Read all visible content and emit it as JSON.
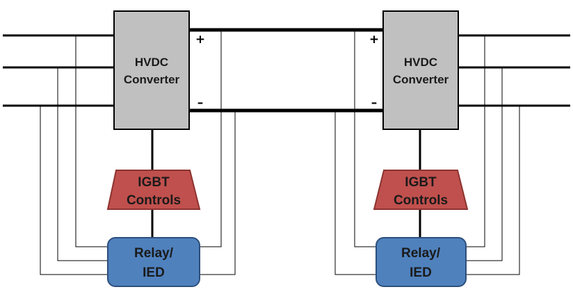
{
  "left_station": {
    "converter": {
      "line1": "HVDC",
      "line2": "Converter"
    },
    "plus": "+",
    "minus": "–",
    "controls": {
      "line1": "IGBT",
      "line2": "Controls"
    },
    "relay": {
      "line1": "Relay/",
      "line2": "IED"
    }
  },
  "right_station": {
    "converter": {
      "line1": "HVDC",
      "line2": "Converter"
    },
    "plus": "+",
    "minus": "–",
    "controls": {
      "line1": "IGBT",
      "line2": "Controls"
    },
    "relay": {
      "line1": "Relay/",
      "line2": "IED"
    }
  },
  "colors": {
    "converter_fill": "#c0c0c0",
    "controls_fill": "#c0504d",
    "relay_fill": "#4f81bd",
    "line": "#000000"
  }
}
